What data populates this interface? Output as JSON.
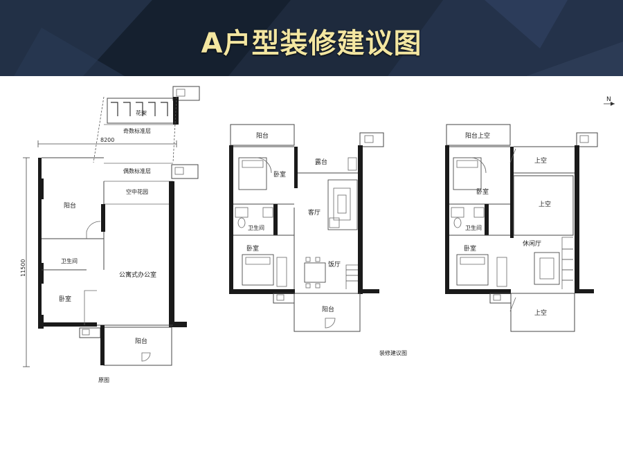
{
  "title": "A户型装修建议图",
  "compass": "N",
  "plan_original": {
    "caption": "原图",
    "dimension_top": "8200",
    "dimension_side": "11500",
    "rooms": {
      "flowers": "花架",
      "odd_floor": "奇数标准层",
      "even_floor": "偶数标准层",
      "sky_garden": "空中花园",
      "balcony_left": "阳台",
      "bathroom": "卫生间",
      "bedroom": "卧室",
      "office": "公寓式办公室",
      "balcony_bottom": "阳台"
    }
  },
  "plan_middle": {
    "caption": "装修建议图",
    "rooms": {
      "balcony_top": "阳台",
      "bedroom_top": "卧室",
      "terrace": "露台",
      "bathroom": "卫生间",
      "living": "客厅",
      "bedroom_bottom": "卧室",
      "dining": "饭厅",
      "balcony_bottom": "阳台"
    }
  },
  "plan_right": {
    "rooms": {
      "balcony_void": "阳台上空",
      "void_1": "上空",
      "bedroom_top": "卧室",
      "void_2": "上空",
      "bathroom": "卫生间",
      "bedroom_bottom": "卧室",
      "lounge": "休闲厅",
      "void_3": "上空"
    }
  }
}
